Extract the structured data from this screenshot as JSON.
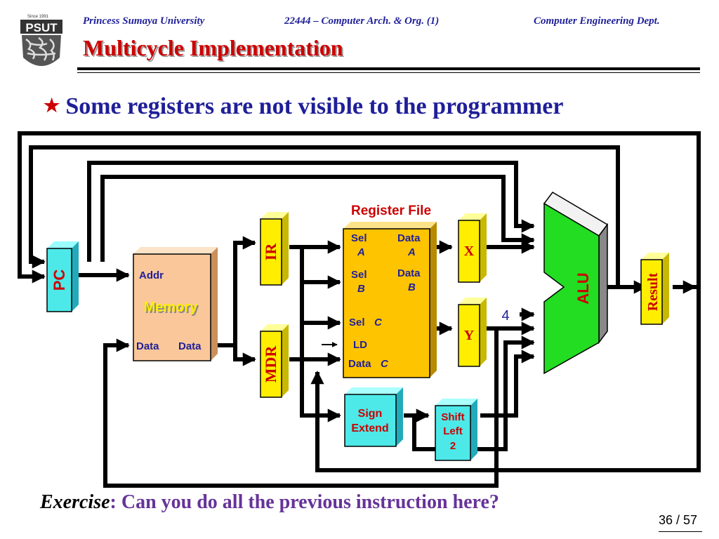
{
  "header": {
    "university": "Princess Sumaya University",
    "course": "22444 – Computer Arch. & Org. (1)",
    "department": "Computer Engineering Dept."
  },
  "logo": {
    "since": "Since 1991",
    "abbr": "PSUT"
  },
  "slide_title": "Multicycle Implementation",
  "bullet": "Some registers are not visible to the programmer",
  "diagram": {
    "pc": "PC",
    "memory": {
      "title": "Memory",
      "addr": "Addr",
      "data_in": "Data",
      "data_out": "Data"
    },
    "ir": "IR",
    "mdr": "MDR",
    "register_file": {
      "title": "Register File",
      "sel": "Sel",
      "data": "Data",
      "a": "A",
      "b": "B",
      "c": "C",
      "ld": "LD"
    },
    "x": "X",
    "y": "Y",
    "alu": "ALU",
    "result": "Result",
    "four": "4",
    "sign_extend": {
      "line1": "Sign",
      "line2": "Extend"
    },
    "shift_left": {
      "line1": "Shift",
      "line2": "Left",
      "line3": "2"
    }
  },
  "footer": {
    "exercise": "Exercise",
    "question": ": Can you do all the previous instruction here?"
  },
  "page": "36 / 57",
  "colors": {
    "title_red": "#cc0000",
    "navy": "#1f1f99",
    "purple": "#663399",
    "cyan_block": "#4de8e8",
    "yellow_block": "#ffee00",
    "gold_block": "#ffc400",
    "memory_block": "#f9c79a",
    "alu_green": "#22dd22",
    "wire": "#000000"
  }
}
